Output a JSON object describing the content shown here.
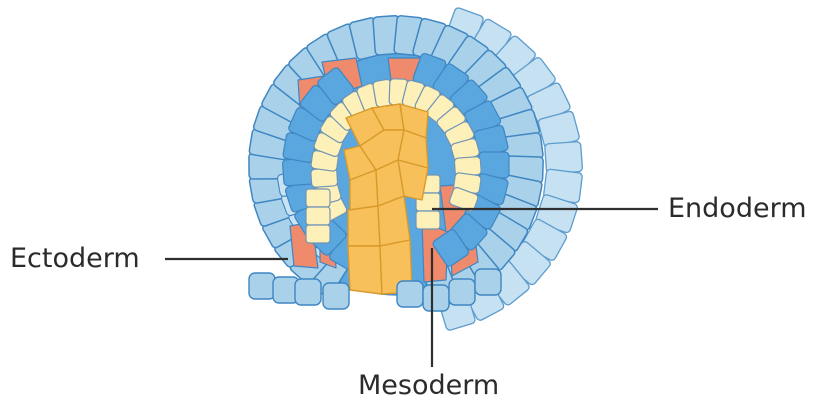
{
  "labels": {
    "ectoderm": "Ectoderm",
    "endoderm": "Endoderm",
    "mesoderm": "Mesoderm"
  },
  "colors": {
    "ectoderm_fill": "#a9d2ea",
    "ectoderm_stroke": "#3f86c2",
    "mesoderm_fill": "#ef8a6c",
    "inner_blue_fill": "#5aa6df",
    "endoderm_fill": "#fdf0b8",
    "yolk_fill": "#f8c05a",
    "yolk_stroke": "#d99a2b",
    "leader_line": "#2f2f2f",
    "label_text": "#2b2b2b"
  }
}
